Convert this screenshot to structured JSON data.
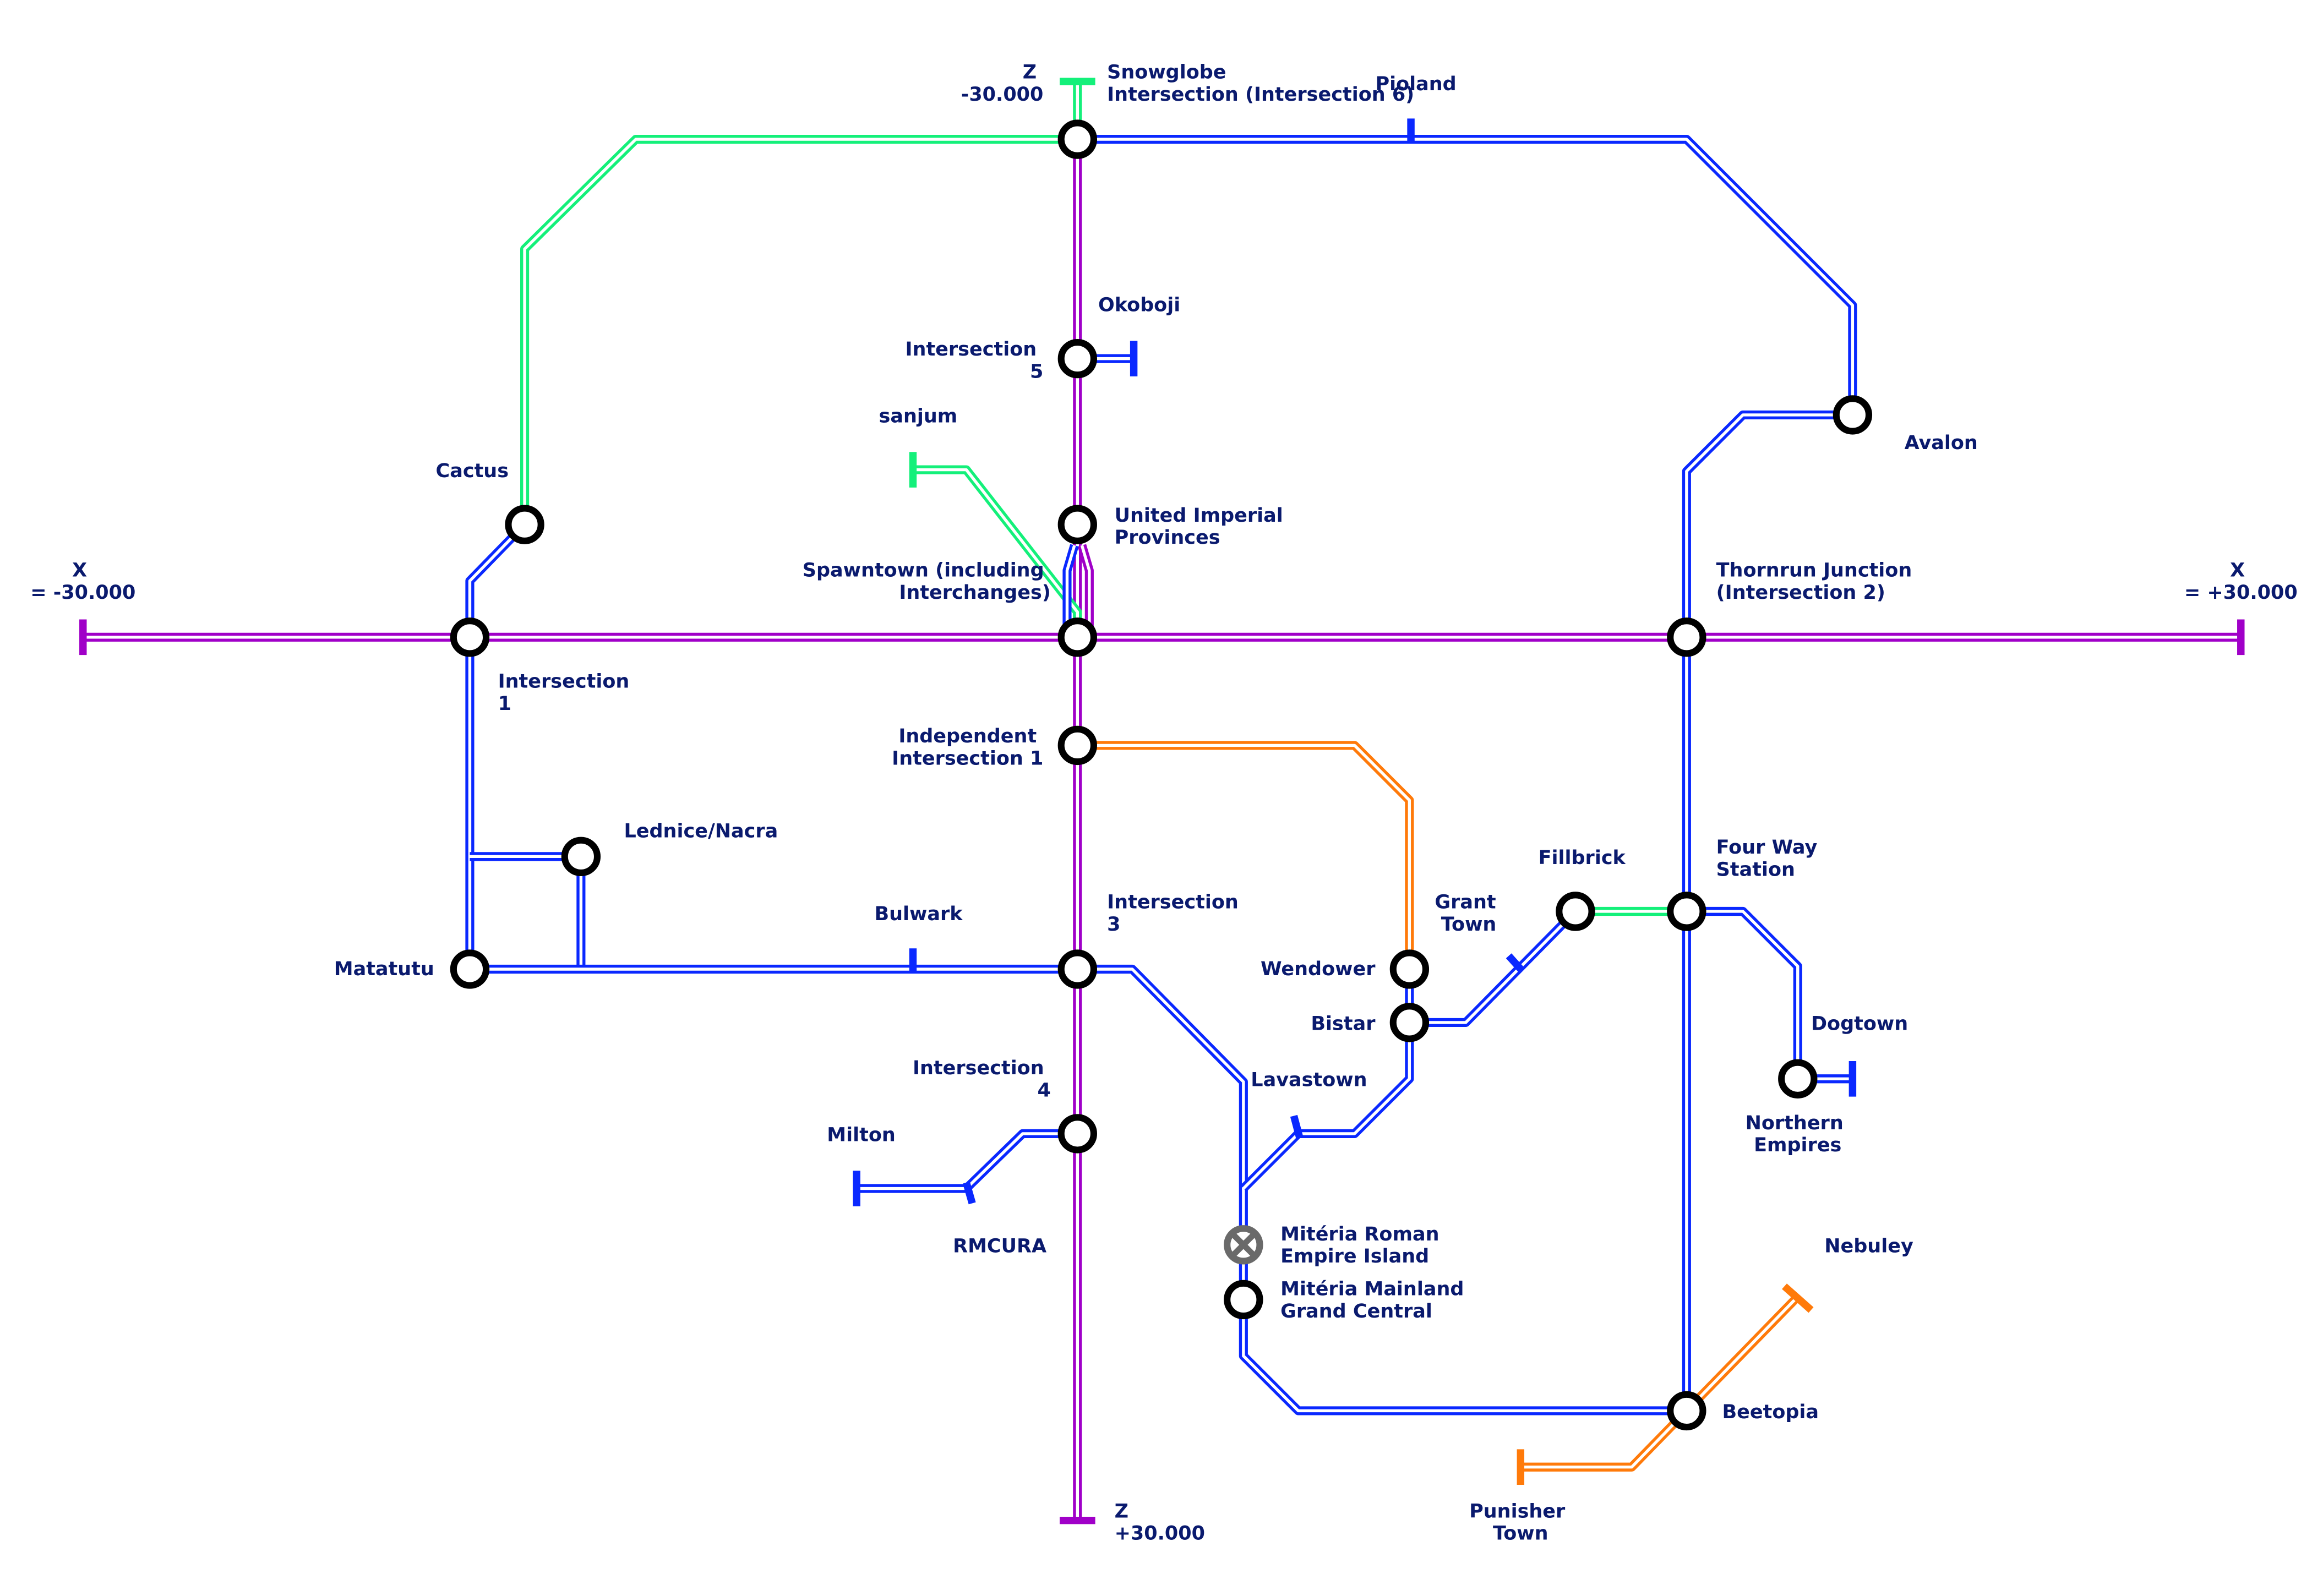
{
  "title": "Transit map",
  "colors": {
    "purple": "#a000c8",
    "blue": "#0a28ff",
    "green": "#14f07a",
    "orange": "#ff7a0a",
    "label": "#0a1a6e",
    "closed": "#6a6a6a"
  },
  "axis_labels": {
    "z_minus": [
      "Z",
      "-30.000"
    ],
    "z_plus": [
      "Z",
      "+30.000"
    ],
    "x_minus": [
      "X",
      "= -30.000"
    ],
    "x_plus": [
      "X",
      "= +30.000"
    ]
  },
  "stations": {
    "snowglobe": [
      "Snowglobe",
      "Intersection (Intersection 6)"
    ],
    "pioland": [
      "Pioland"
    ],
    "okoboji": [
      "Okoboji"
    ],
    "intersection5": [
      "Intersection",
      "5"
    ],
    "sanjum": [
      "sanjum"
    ],
    "united_imperial": [
      "United Imperial",
      "Provinces"
    ],
    "spawntown": [
      "Spawntown (including",
      "Interchanges)"
    ],
    "cactus": [
      "Cactus"
    ],
    "intersection1": [
      "Intersection",
      "1"
    ],
    "avalon": [
      "Avalon"
    ],
    "thornrun": [
      "Thornrun Junction",
      "(Intersection 2)"
    ],
    "independent": [
      "Independent",
      "Intersection 1"
    ],
    "lednice": [
      "Lednice/Nacra"
    ],
    "bulwark": [
      "Bulwark"
    ],
    "intersection3": [
      "Intersection",
      "3"
    ],
    "matatutu": [
      "Matatutu"
    ],
    "grant_town": [
      "Grant",
      "Town"
    ],
    "fillbrick": [
      "Fillbrick"
    ],
    "four_way": [
      "Four Way",
      "Station"
    ],
    "wendower": [
      "Wendower"
    ],
    "bistar": [
      "Bistar"
    ],
    "dogtown": [
      "Dogtown"
    ],
    "northern_empires": [
      "Northern",
      "Empires"
    ],
    "intersection4": [
      "Intersection",
      "4"
    ],
    "lavastown": [
      "Lavastown"
    ],
    "milton": [
      "Milton"
    ],
    "rmcura": [
      "RMCURA"
    ],
    "miteria_roman": [
      "Mitéria Roman",
      "Empire Island"
    ],
    "miteria_mainland": [
      "Mitéria Mainland",
      "Grand Central"
    ],
    "nebuley": [
      "Nebuley"
    ],
    "beetopia": [
      "Beetopia"
    ],
    "punisher_town": [
      "Punisher",
      "Town"
    ]
  }
}
